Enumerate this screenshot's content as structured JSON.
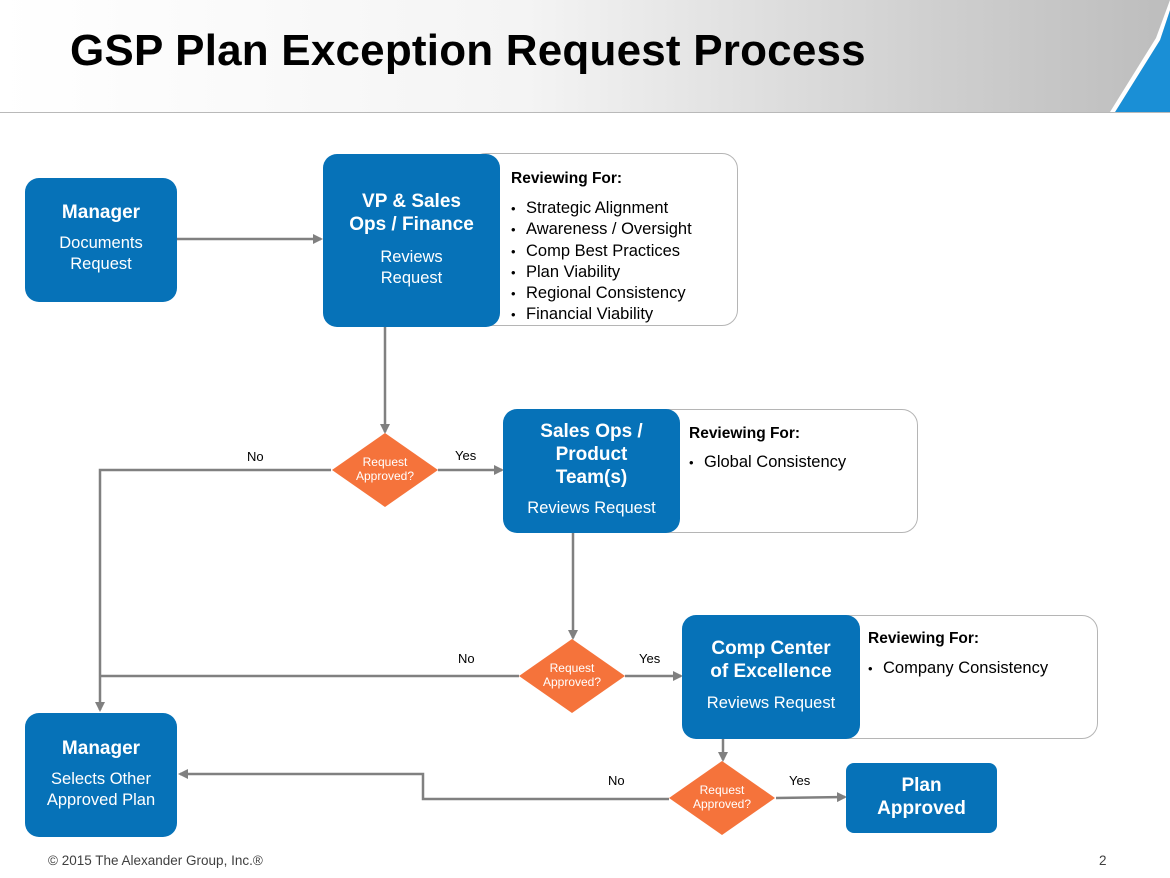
{
  "title": "GSP Plan Exception Request Process",
  "colors": {
    "box_blue": "#0672b8",
    "diamond_orange": "#f5733b",
    "connector_gray": "#808080"
  },
  "manager_start": {
    "title": "Manager",
    "line1": "Documents",
    "line2": "Request"
  },
  "vp_finance": {
    "title_line1": "VP & Sales",
    "title_line2": "Ops / Finance",
    "line1": "Reviews",
    "line2": "Request",
    "reviewing_label": "Reviewing For:",
    "items": [
      "Strategic Alignment",
      "Awareness / Oversight",
      "Comp Best Practices",
      "Plan Viability",
      "Regional Consistency",
      "Financial Viability"
    ]
  },
  "sales_ops": {
    "title_line1": "Sales Ops /",
    "title_line2": "Product",
    "title_line3": "Team(s)",
    "line1": "Reviews Request",
    "reviewing_label": "Reviewing For:",
    "items": [
      "Global Consistency"
    ]
  },
  "comp_center": {
    "title_line1": "Comp Center",
    "title_line2": "of Excellence",
    "line1": "Reviews Request",
    "reviewing_label": "Reviewing For:",
    "items": [
      "Company Consistency"
    ]
  },
  "manager_end": {
    "title": "Manager",
    "line1": "Selects Other",
    "line2": "Approved Plan"
  },
  "plan_approved": {
    "line1": "Plan",
    "line2": "Approved"
  },
  "decisions": [
    {
      "line1": "Request",
      "line2": "Approved?",
      "yes": "Yes",
      "no": "No"
    },
    {
      "line1": "Request",
      "line2": "Approved?",
      "yes": "Yes",
      "no": "No"
    },
    {
      "line1": "Request",
      "line2": "Approved?",
      "yes": "Yes",
      "no": "No"
    }
  ],
  "footer": "© 2015 The Alexander Group, Inc.®",
  "page_number": "2"
}
